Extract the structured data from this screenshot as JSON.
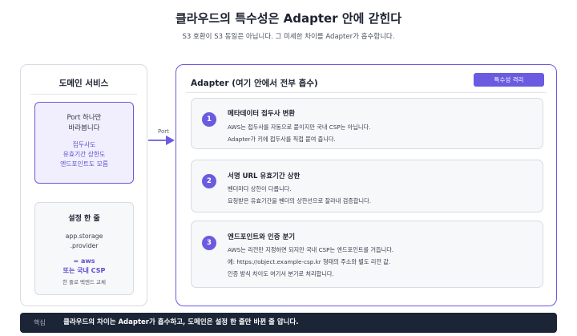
{
  "header": {
    "title": "클라우드의 특수성은 Adapter 안에 갇힌다",
    "subtitle": "S3 호환이 S3 동일은 아닙니다. 그 미세한 차이를 Adapter가 흡수합니다."
  },
  "domain_service": {
    "title": "도메인 서비스",
    "port_box": {
      "main": "Port 하나만\n바라봅니다",
      "sub": [
        "접두사도",
        "유효기간 상한도",
        "엔드포인트도 모름"
      ]
    },
    "config_box": {
      "title": "설정 한 줄",
      "key_lines": [
        "app.storage",
        ".provider"
      ],
      "value_lines": [
        "= aws",
        "또는 국내 CSP"
      ],
      "note": "한 줄로 백엔드 교체"
    }
  },
  "connector": {
    "label": "Port"
  },
  "adapter": {
    "title": "Adapter (여기 안에서 전부 흡수)",
    "badge": "특수성 격리",
    "steps": [
      {
        "number": "1",
        "title": "메타데이터 접두사 변환",
        "lines": [
          "AWS는 접두사를 자동으로 붙이지만 국내 CSP는 아닙니다.",
          "Adapter가 키에 접두사를 직접 붙여 줍니다."
        ]
      },
      {
        "number": "2",
        "title": "서명 URL 유효기간 상한",
        "lines": [
          "벤더마다 상한이 다릅니다.",
          "요청받은 유효기간을 벤더의 상한선으로 잘라내 검증합니다."
        ]
      },
      {
        "number": "3",
        "title": "엔드포인트와 인증 분기",
        "lines": [
          "AWS는 리전만 지정하면 되지만 국내 CSP는 엔드포인트를 거듭니다.",
          "예: https://object.example-csp.kr 형태의 주소와 별도 리전 값.",
          "인증 방식 차이도 여기서 분기로 처리합니다."
        ]
      }
    ]
  },
  "banner": {
    "label": "핵심",
    "text": "클라우드의 차이는 Adapter가 흡수하고, 도메인은 설정 한 줄만 바뀐 줄 압니다."
  },
  "colors": {
    "accent": "#6a5be0",
    "accent_bg": "#f1effd",
    "banner_bg": "#1b2536"
  }
}
